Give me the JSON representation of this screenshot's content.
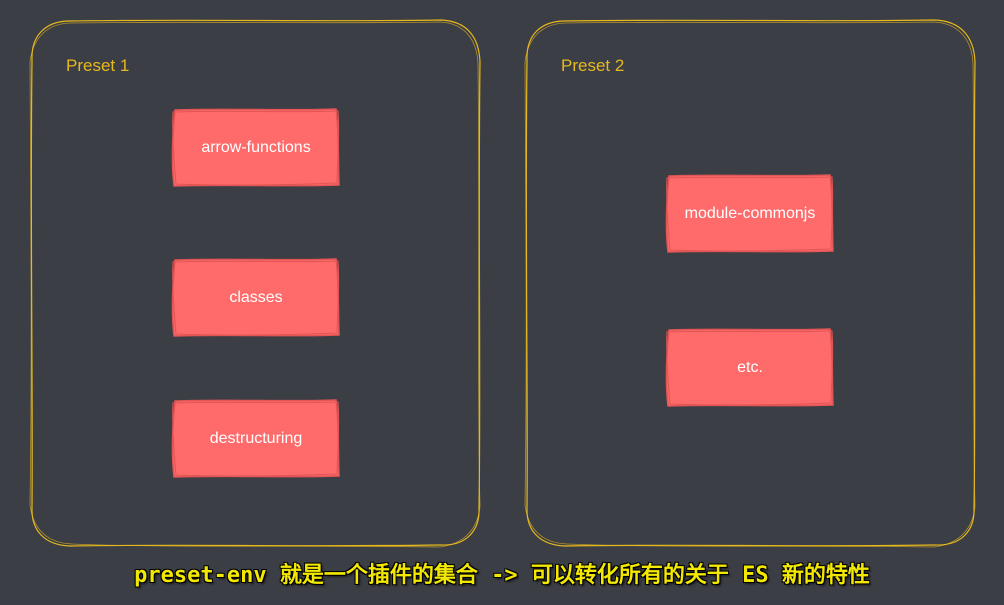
{
  "diagram": {
    "groups": [
      {
        "label": "Preset 1",
        "items": [
          "arrow-functions",
          "classes",
          "destructuring"
        ]
      },
      {
        "label": "Preset 2",
        "items": [
          "module-commonjs",
          "etc."
        ]
      }
    ]
  },
  "caption": "preset-env 就是一个插件的集合 -> 可以转化所有的关于 ES 新的特性",
  "colors": {
    "background": "#3c3e46",
    "frame_stroke": "#e6b91e",
    "node_fill": "#ff6b6b",
    "node_stroke": "#e25555",
    "node_text": "#ffffff",
    "caption_text": "#f3e800"
  }
}
